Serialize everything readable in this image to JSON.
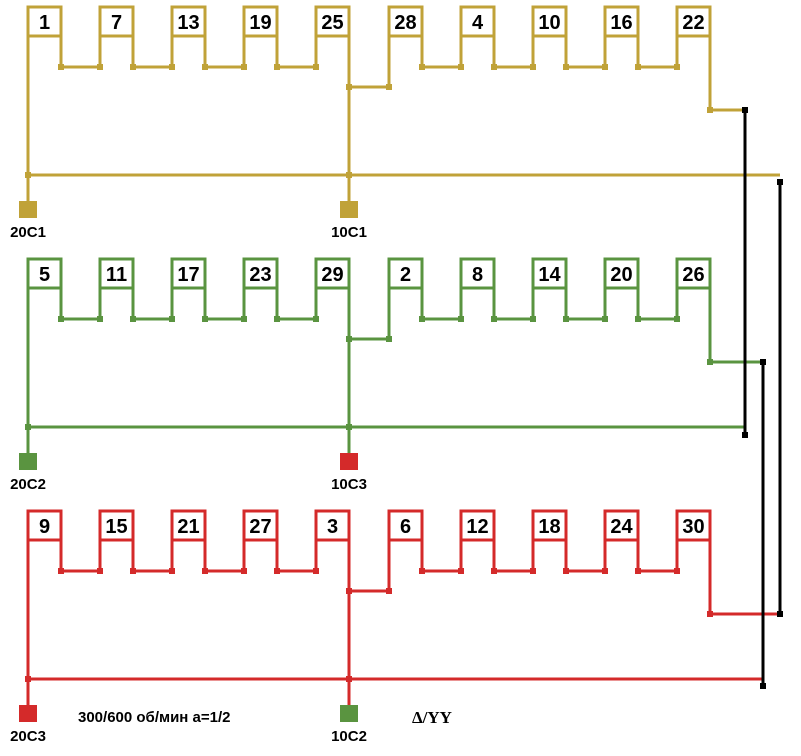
{
  "colors": {
    "phase1": "#c0a238",
    "phase2": "#5a9440",
    "phase3": "#d42a2a",
    "link": "#000000",
    "background": "#ffffff"
  },
  "groups": [
    {
      "id": "g1",
      "color_key": "phase1",
      "slots": [
        "1",
        "7",
        "13",
        "19",
        "25",
        "28",
        "4",
        "10",
        "16",
        "22"
      ],
      "terminals": [
        {
          "id": "g1-left",
          "label": "20C1",
          "color_key": "phase1"
        },
        {
          "id": "g1-mid",
          "label": "10C1",
          "color_key": "phase1"
        }
      ]
    },
    {
      "id": "g2",
      "color_key": "phase2",
      "slots": [
        "5",
        "11",
        "17",
        "23",
        "29",
        "2",
        "8",
        "14",
        "20",
        "26"
      ],
      "terminals": [
        {
          "id": "g2-left",
          "label": "20C2",
          "color_key": "phase2"
        },
        {
          "id": "g2-mid",
          "label": "10C3",
          "color_key": "phase3"
        }
      ]
    },
    {
      "id": "g3",
      "color_key": "phase3",
      "slots": [
        "9",
        "15",
        "21",
        "27",
        "3",
        "6",
        "12",
        "18",
        "24",
        "30"
      ],
      "terminals": [
        {
          "id": "g3-left",
          "label": "20C3",
          "color_key": "phase3"
        },
        {
          "id": "g3-mid",
          "label": "10C2",
          "color_key": "phase2"
        }
      ]
    }
  ],
  "caption": "300/600 об/мин а=1/2",
  "scheme_label": "Δ/YY"
}
